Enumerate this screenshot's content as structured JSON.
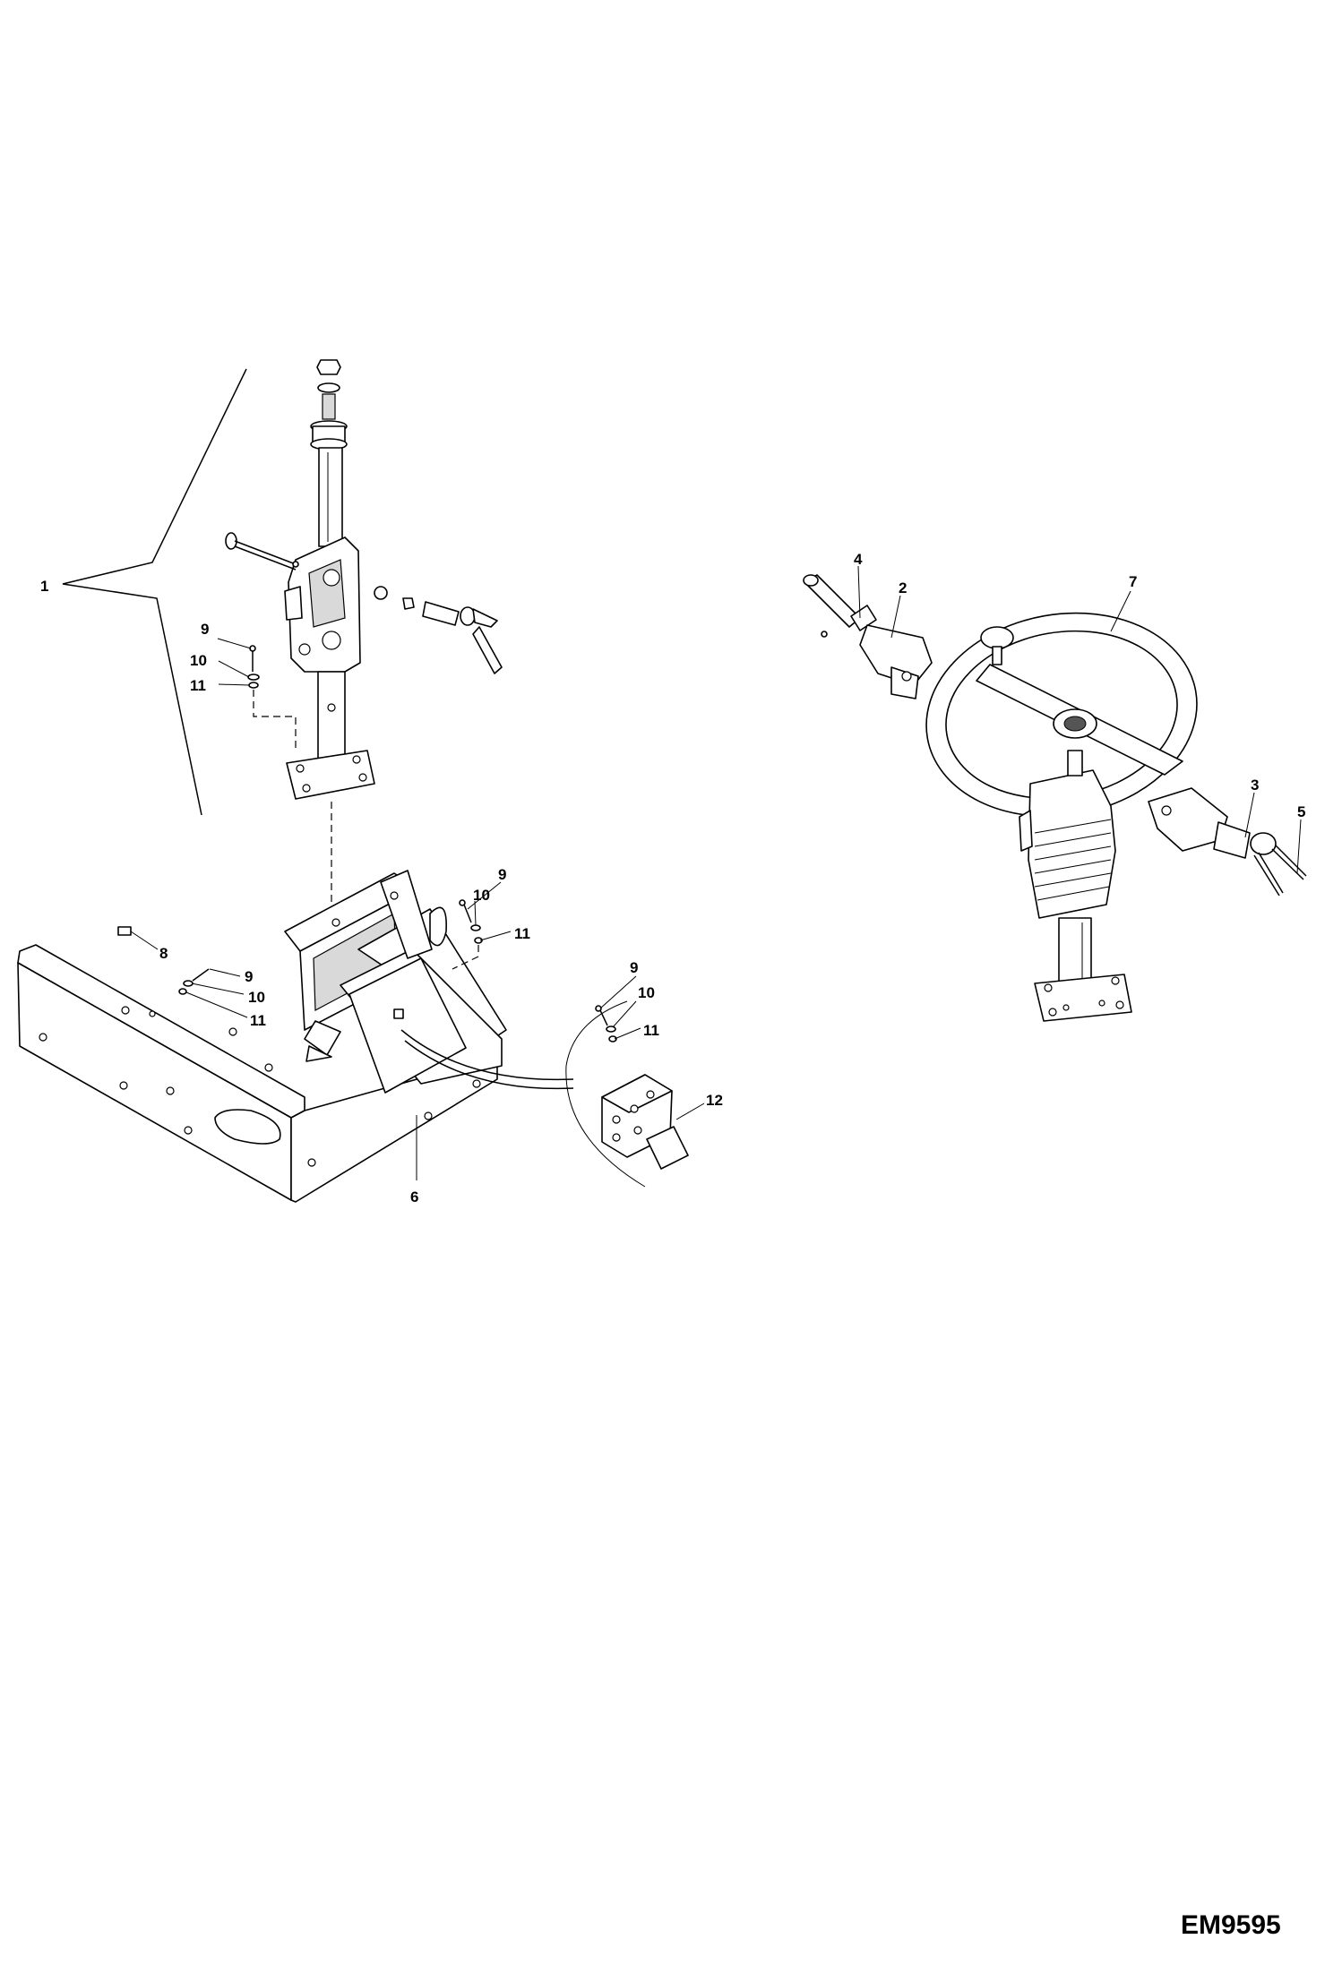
{
  "drawing_reference": "EM9595",
  "callouts": [
    {
      "id": "c1",
      "label": "1"
    },
    {
      "id": "c9a",
      "label": "9"
    },
    {
      "id": "c10a",
      "label": "10"
    },
    {
      "id": "c11a",
      "label": "11"
    },
    {
      "id": "c8",
      "label": "8"
    },
    {
      "id": "c9b",
      "label": "9"
    },
    {
      "id": "c10b",
      "label": "10"
    },
    {
      "id": "c11b",
      "label": "11"
    },
    {
      "id": "c9c",
      "label": "9"
    },
    {
      "id": "c10c",
      "label": "10"
    },
    {
      "id": "c11c",
      "label": "11"
    },
    {
      "id": "c9d",
      "label": "9"
    },
    {
      "id": "c10d",
      "label": "10"
    },
    {
      "id": "c11d",
      "label": "11"
    },
    {
      "id": "c12",
      "label": "12"
    },
    {
      "id": "c6",
      "label": "6"
    },
    {
      "id": "c4",
      "label": "4"
    },
    {
      "id": "c2",
      "label": "2"
    },
    {
      "id": "c7",
      "label": "7"
    },
    {
      "id": "c3",
      "label": "3"
    },
    {
      "id": "c5",
      "label": "5"
    }
  ]
}
